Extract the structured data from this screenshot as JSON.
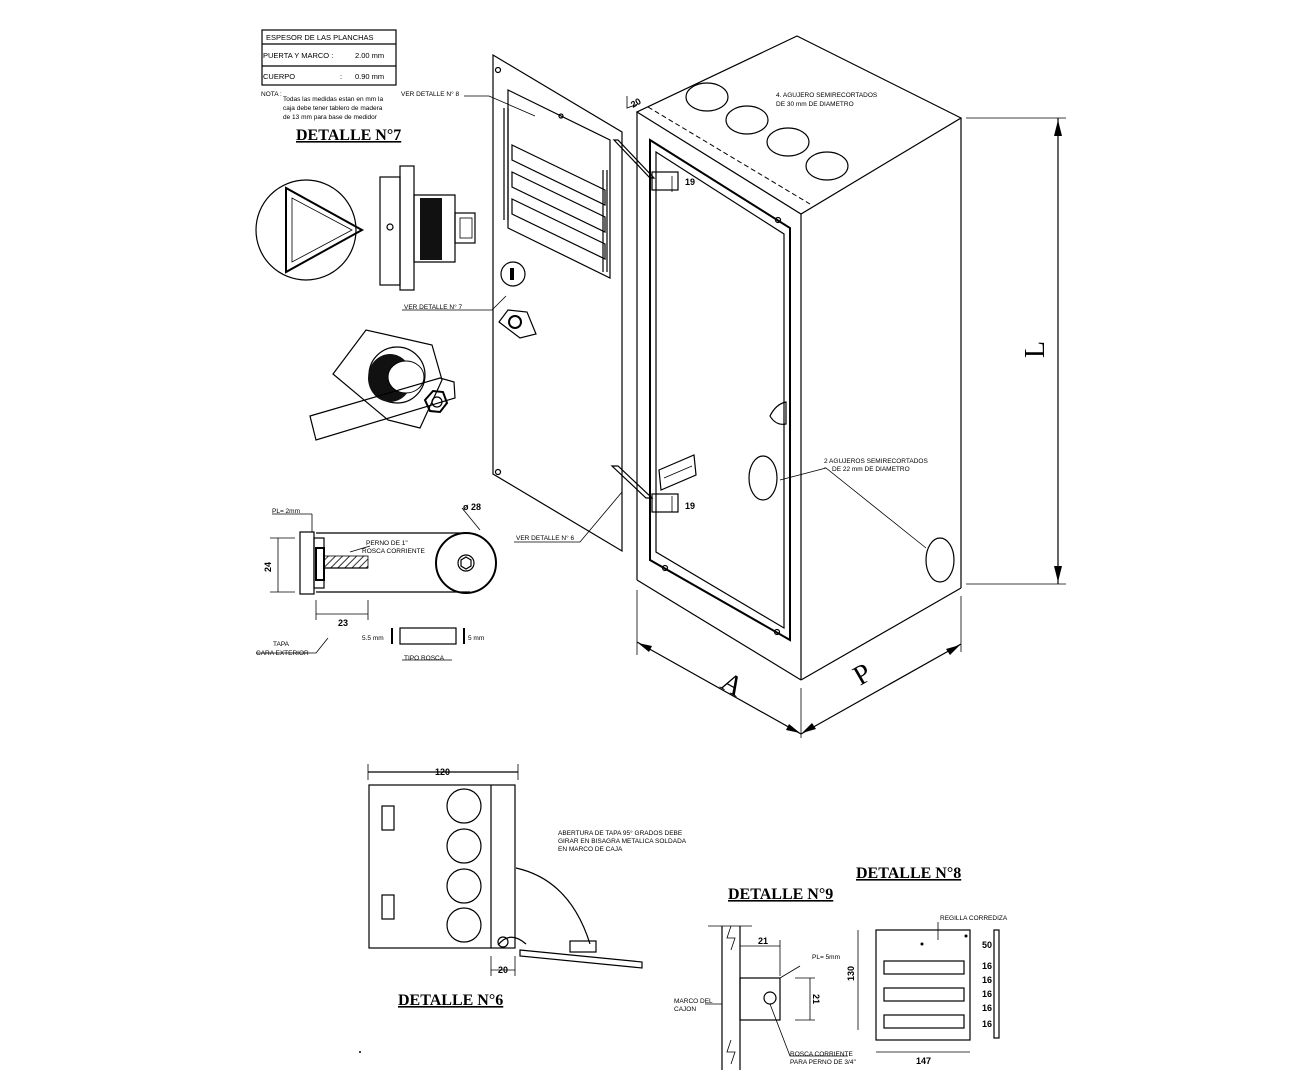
{
  "table": {
    "title": "ESPESOR DE LAS PLANCHAS",
    "row1": "PUERTA Y MARCO :",
    "row1_value": "2.00 mm",
    "row2": "CUERPO",
    "row2_sep": ":",
    "row2_value": "0.90 mm"
  },
  "note": {
    "label": "NOTA :",
    "line1": "Todas las medidas estan en mm la",
    "line2": "caja debe tener tablero de madera",
    "line3": "de 13 mm para base de medidor"
  },
  "titles": {
    "d7": "DETALLE N°7",
    "d6": "DETALLE N°6",
    "d8": "DETALLE N°8",
    "d9": "DETALLE N°9"
  },
  "refs": {
    "ver8": "VER DETALLE N° 8",
    "ver7": "VER DETALLE N° 7",
    "ver6": "VER DETALLE N° 6"
  },
  "box": {
    "holes_top_1": "4. AGUJERO SEMIRECORTADOS",
    "holes_top_2": "DE 30 mm DE DIAMETRO",
    "holes_side_1": "2 AGUJEROS SEMIRECORTADOS",
    "holes_side_2": "DE 22 mm DE DIAMETRO",
    "dim_L": "L",
    "dim_A": "A",
    "dim_P": "P",
    "dim_20": "20",
    "dim_19a": "19",
    "dim_19b": "19"
  },
  "bolt": {
    "pl": "PL= 2mm",
    "dia": "ø 28",
    "perno1": "PERNO DE 1\"",
    "perno2": "ROSCA CORRIENTE",
    "d24": "24",
    "d23": "23",
    "tapa": "TAPA",
    "cara": "CARA EXTERIOR",
    "d55": "5.5 mm",
    "d5": "5 mm",
    "tipo": "TIPO ROSCA"
  },
  "d6": {
    "d120": "120",
    "d20": "20",
    "note1": "ABERTURA DE TAPA 95° GRADOS DEBE",
    "note2": "GIRAR EN BISAGRA METALICA SOLDADA",
    "note3": "EN MARCO DE CAJA"
  },
  "d9": {
    "d21a": "21",
    "pl": "PL= 5mm",
    "d21b": "21",
    "marco1": "MARCO DEL",
    "marco2": "CAJON",
    "rosca1": "ROSCA CORRIENTE",
    "rosca2": "PARA PERNO DE 3/4\""
  },
  "d8": {
    "rejilla": "REGILLA CORREDIZA",
    "d130": "130",
    "d50": "50",
    "d16a": "16",
    "d16b": "16",
    "d16c": "16",
    "d16d": "16",
    "d16e": "16",
    "d147": "147"
  }
}
